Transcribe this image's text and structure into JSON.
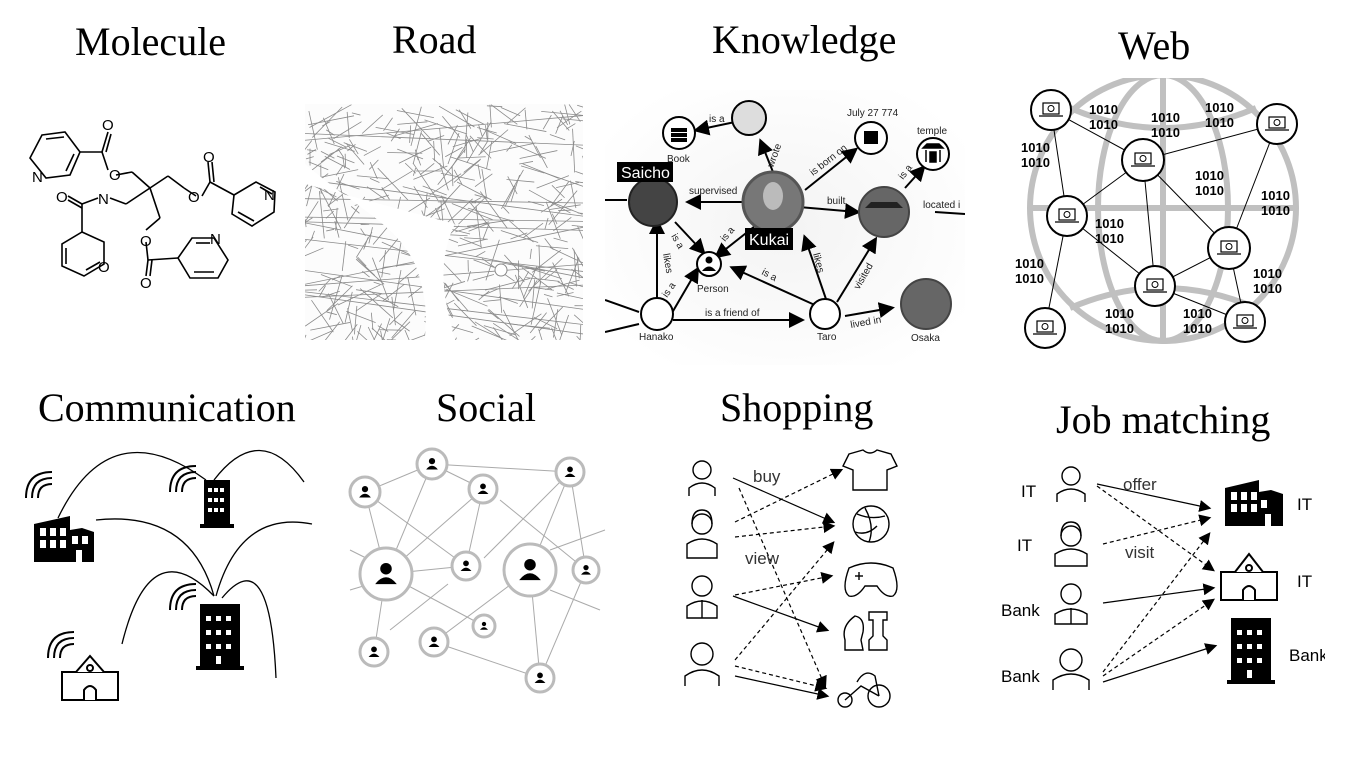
{
  "titles": {
    "molecule": "Molecule",
    "road": "Road",
    "knowledge": "Knowledge",
    "web": "Web",
    "communication": "Communication",
    "social": "Social",
    "shopping": "Shopping",
    "job_matching": "Job matching"
  },
  "molecule": {
    "atoms": [
      "O",
      "O",
      "N",
      "O",
      "O",
      "O",
      "N",
      "O",
      "O",
      "N",
      "O",
      "N"
    ]
  },
  "knowledge": {
    "nodes": {
      "book": "Book",
      "date": "July 27 774",
      "temple": "temple",
      "saicho": "Saicho",
      "kukai": "Kukai",
      "person": "Person",
      "hanako": "Hanako",
      "taro": "Taro",
      "osaka": "Osaka"
    },
    "edges": {
      "is_a_book": "is a",
      "wrote": "wrote",
      "is_born_on": "is born on",
      "is_a_temple": "is a",
      "supervised": "supervised",
      "built": "built",
      "located_in": "located i",
      "saicho_is_a": "is a",
      "kukai_is_a": "is a",
      "hanako_likes": "likes",
      "hanako_is_a": "is a",
      "taro_is_a": "is a",
      "taro_likes": "likes",
      "visited": "visited",
      "is_a_friend_of": "is a friend of",
      "lived_in": "lived in"
    }
  },
  "web": {
    "binary_label": [
      "1010",
      "1010"
    ]
  },
  "shopping": {
    "buy": "buy",
    "view": "view"
  },
  "job": {
    "offer": "offer",
    "visit": "visit",
    "seekers": [
      "IT",
      "IT",
      "Bank",
      "Bank"
    ],
    "companies": [
      "IT",
      "IT",
      "Bank"
    ]
  }
}
